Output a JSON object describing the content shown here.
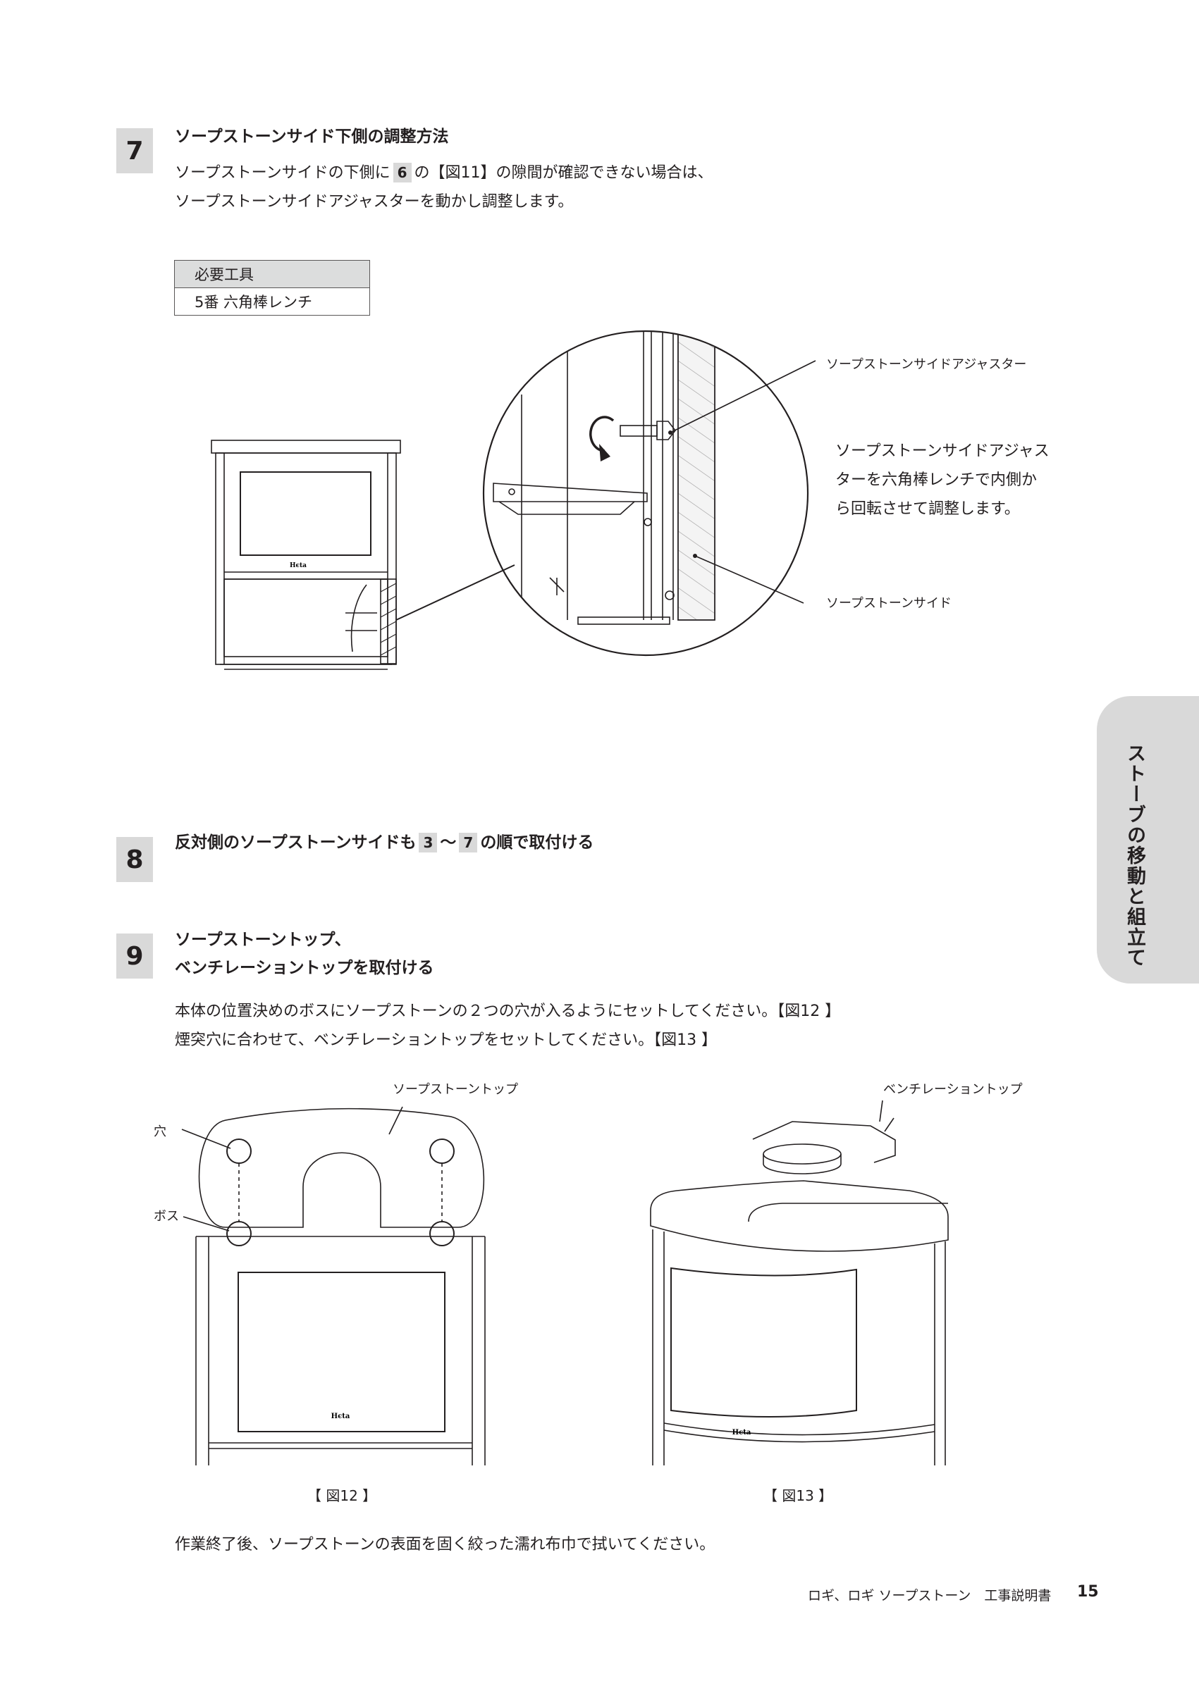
{
  "step7": {
    "number": "7",
    "title": "ソープストーンサイド下側の調整方法",
    "line1_before": "ソープストーンサイドの下側に",
    "line1_ref": "6",
    "line1_after": "の【図11】の隙間が確認できない場合は、",
    "line2": "ソープストーンサイドアジャスターを動かし調整します。",
    "tools_header": "必要工具",
    "tools_item": "5番 六角棒レンチ",
    "label_adjuster": "ソープストーンサイドアジャスター",
    "desc_line1": "ソープストーンサイドアジャス",
    "desc_line2": "ターを六角棒レンチで内側か",
    "desc_line3": "ら回転させて調整します。",
    "label_side": "ソープストーンサイド",
    "stove_logo": "Hєta"
  },
  "step8": {
    "number": "8",
    "title_before": "反対側のソープストーンサイドも",
    "ref_a": "3",
    "tilde": "～",
    "ref_b": "7",
    "title_after": "の順で取付ける"
  },
  "step9": {
    "number": "9",
    "title_line1": "ソープストーントップ、",
    "title_line2": "ベンチレーショントップを取付ける",
    "body_line1": "本体の位置決めのボスにソープストーンの２つの穴が入るようにセットしてください。【図12 】",
    "body_line2": "煙突穴に合わせて、ベンチレーショントップをセットしてください。【図13 】",
    "label_top": "ソープストーントップ",
    "label_hole": "穴",
    "label_boss": "ボス",
    "label_vent": "ベンチレーショントップ",
    "caption12": "【 図12 】",
    "caption13": "【 図13 】",
    "closing": "作業終了後、ソープストーンの表面を固く絞った濡れ布巾で拭いてください。"
  },
  "side_tab": "ストーブの移動と組立て",
  "footer": {
    "title": "ロギ、ロギ ソープストーン　工事説明書",
    "page": "15"
  }
}
